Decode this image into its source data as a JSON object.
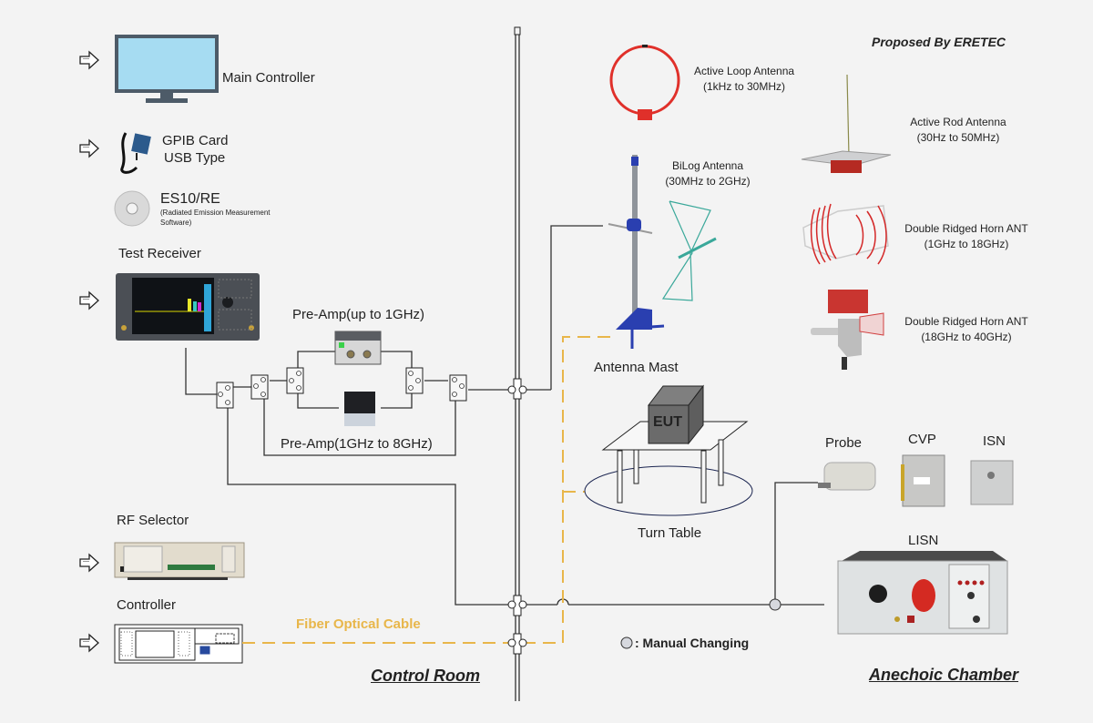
{
  "header": {
    "proposed_by": "Proposed By ERETEC"
  },
  "control_room": {
    "title": "Control Room",
    "main_controller": {
      "label": "Main Controller"
    },
    "gpib_card": {
      "line1": "GPIB Card",
      "line2": "USB Type"
    },
    "software": {
      "name": "ES10/RE",
      "desc_line1": "(Radiated Emission Measurement",
      "desc_line2": "Software)"
    },
    "test_receiver": {
      "label": "Test Receiver"
    },
    "pre_amp_low": {
      "label": "Pre-Amp(up to 1GHz)"
    },
    "pre_amp_high": {
      "label": "Pre-Amp(1GHz to 8GHz)"
    },
    "rf_selector": {
      "label": "RF Selector"
    },
    "controller": {
      "label": "Controller"
    },
    "fiber_cable": {
      "label": "Fiber Optical Cable",
      "color": "#e8b64a"
    }
  },
  "anechoic_chamber": {
    "title": "Anechoic Chamber",
    "antennas": [
      {
        "name": "Active Loop Antenna",
        "range": "(1kHz to 30MHz)"
      },
      {
        "name": "Active Rod Antenna",
        "range": "(30Hz to 50MHz)"
      },
      {
        "name": "BiLog Antenna",
        "range": "(30MHz to 2GHz)"
      },
      {
        "name": "Double Ridged Horn ANT",
        "range": "(1GHz to 18GHz)"
      },
      {
        "name": "Double Ridged Horn ANT",
        "range": "(18GHz to 40GHz)"
      }
    ],
    "antenna_mast": {
      "label": "Antenna Mast"
    },
    "eut": {
      "label": "EUT"
    },
    "turn_table": {
      "label": "Turn Table"
    },
    "probe": {
      "label": "Probe"
    },
    "cvp": {
      "label": "CVP"
    },
    "isn": {
      "label": "ISN"
    },
    "lisn": {
      "label": "LISN"
    }
  },
  "legend": {
    "manual_changing": ": Manual Changing"
  },
  "colors": {
    "background": "#f3f3f3",
    "line": "#333333",
    "fiber": "#e8b64a",
    "loop_red": "#e0302a",
    "bilog_teal": "#3aa89a",
    "mast_blue": "#2a3fb0",
    "monitor_screen": "#a6dcf2",
    "monitor_frame": "#4d5b68"
  }
}
